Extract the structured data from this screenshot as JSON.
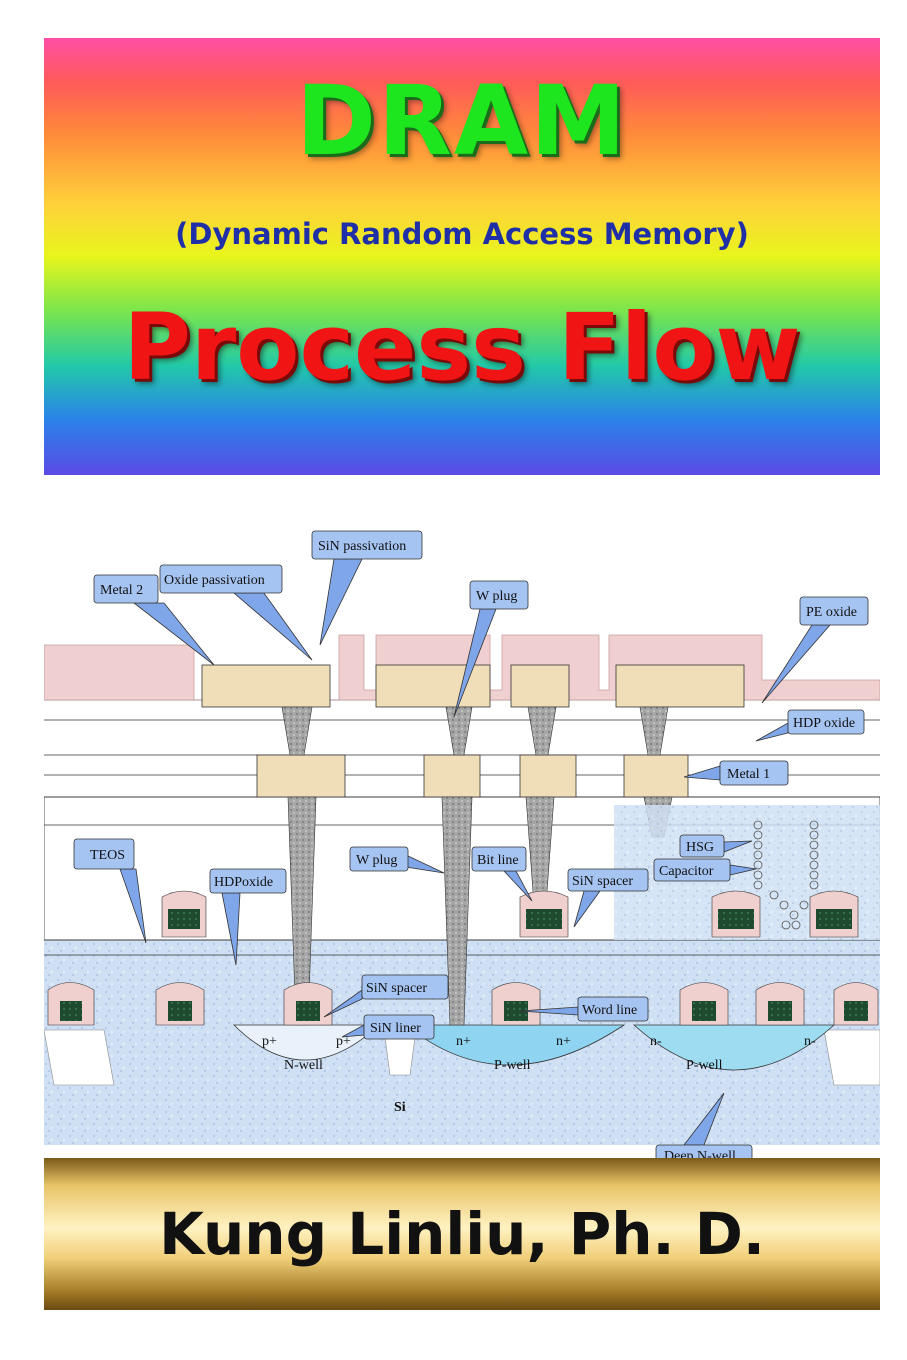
{
  "title": {
    "main": "DRAM",
    "subtitle": "(Dynamic Random Access Memory)",
    "secondary": "Process Flow"
  },
  "author": "Kung Linliu, Ph. D.",
  "colors": {
    "title_main": "#1ee61e",
    "subtitle": "#1f2fa8",
    "title_secondary": "#f01414",
    "author": "#111111"
  },
  "diagram": {
    "labels": {
      "metal2": "Metal 2",
      "oxide_passivation": "Oxide passivation",
      "sin_passivation": "SiN passivation",
      "w_plug_top": "W plug",
      "pe_oxide": "PE oxide",
      "hdp_oxide_top": "HDP oxide",
      "metal1": "Metal 1",
      "hsg": "HSG",
      "capacitor": "Capacitor",
      "teos": "TEOS",
      "hdp_oxide_left": "HDPoxide",
      "w_plug_mid": "W plug",
      "bit_line": "Bit line",
      "sin_spacer_right": "SiN spacer",
      "sin_spacer_left": "SiN spacer",
      "sin_liner": "SiN liner",
      "word_line": "Word line",
      "deep_n_well": "Deep N-well",
      "si": "Si"
    },
    "regions": {
      "n_well": "N-well",
      "p_well_1": "P-well",
      "p_well_2": "P-well",
      "p_plus_1": "p+",
      "p_plus_2": "p+",
      "n_plus_1": "n+",
      "n_plus_2": "n+",
      "n_minus_1": "n-",
      "n_minus_2": "n-"
    }
  }
}
